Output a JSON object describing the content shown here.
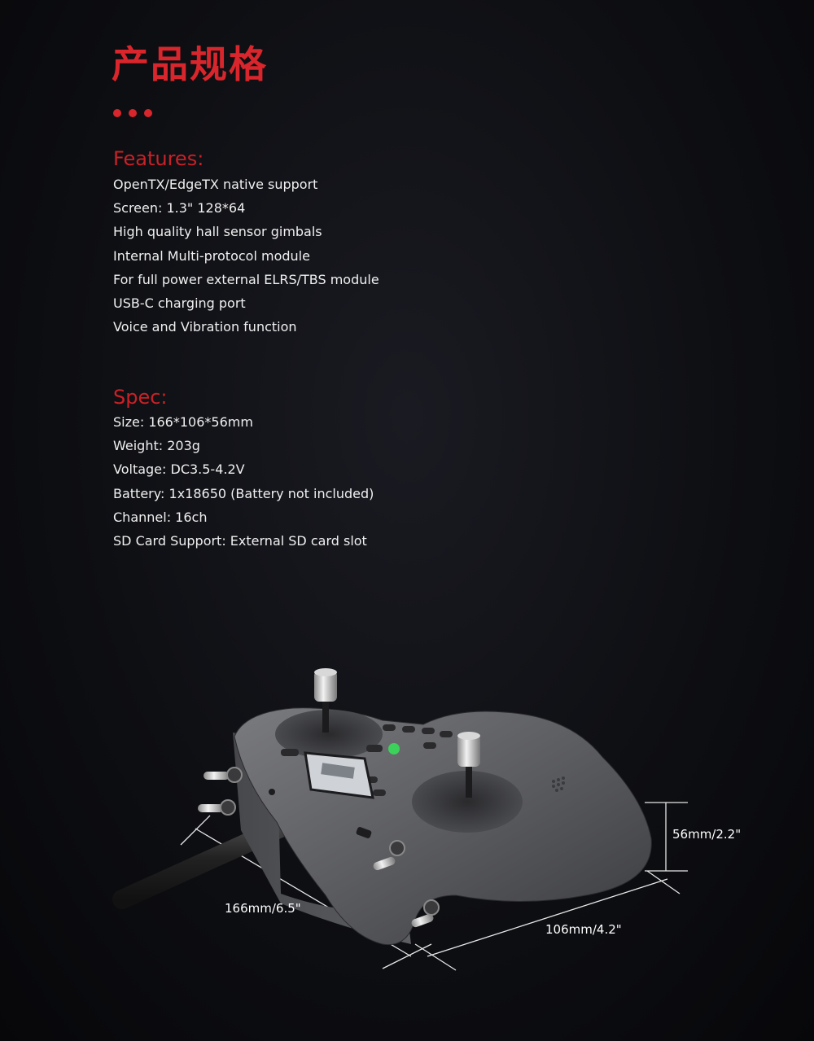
{
  "title": "产品规格",
  "features": {
    "heading": "Features:",
    "items": [
      "OpenTX/EdgeTX native support",
      "Screen: 1.3\" 128*64",
      "High quality hall sensor gimbals",
      "Internal Multi-protocol module",
      "For full power external ELRS/TBS module",
      "USB-C charging port",
      "Voice and Vibration function"
    ]
  },
  "spec": {
    "heading": "Spec:",
    "items": [
      "Size: 166*106*56mm",
      "Weight: 203g",
      "Voltage: DC3.5-4.2V",
      "Battery: 1x18650 (Battery not included)",
      "Channel: 16ch",
      "SD Card Support: External SD card slot"
    ]
  },
  "dimensions": {
    "length": "166mm/6.5\"",
    "width": "106mm/4.2\"",
    "height": "56mm/2.2\""
  },
  "colors": {
    "accent": "#d8262c",
    "background": "#0e0f13",
    "text": "#f0f0f0"
  }
}
